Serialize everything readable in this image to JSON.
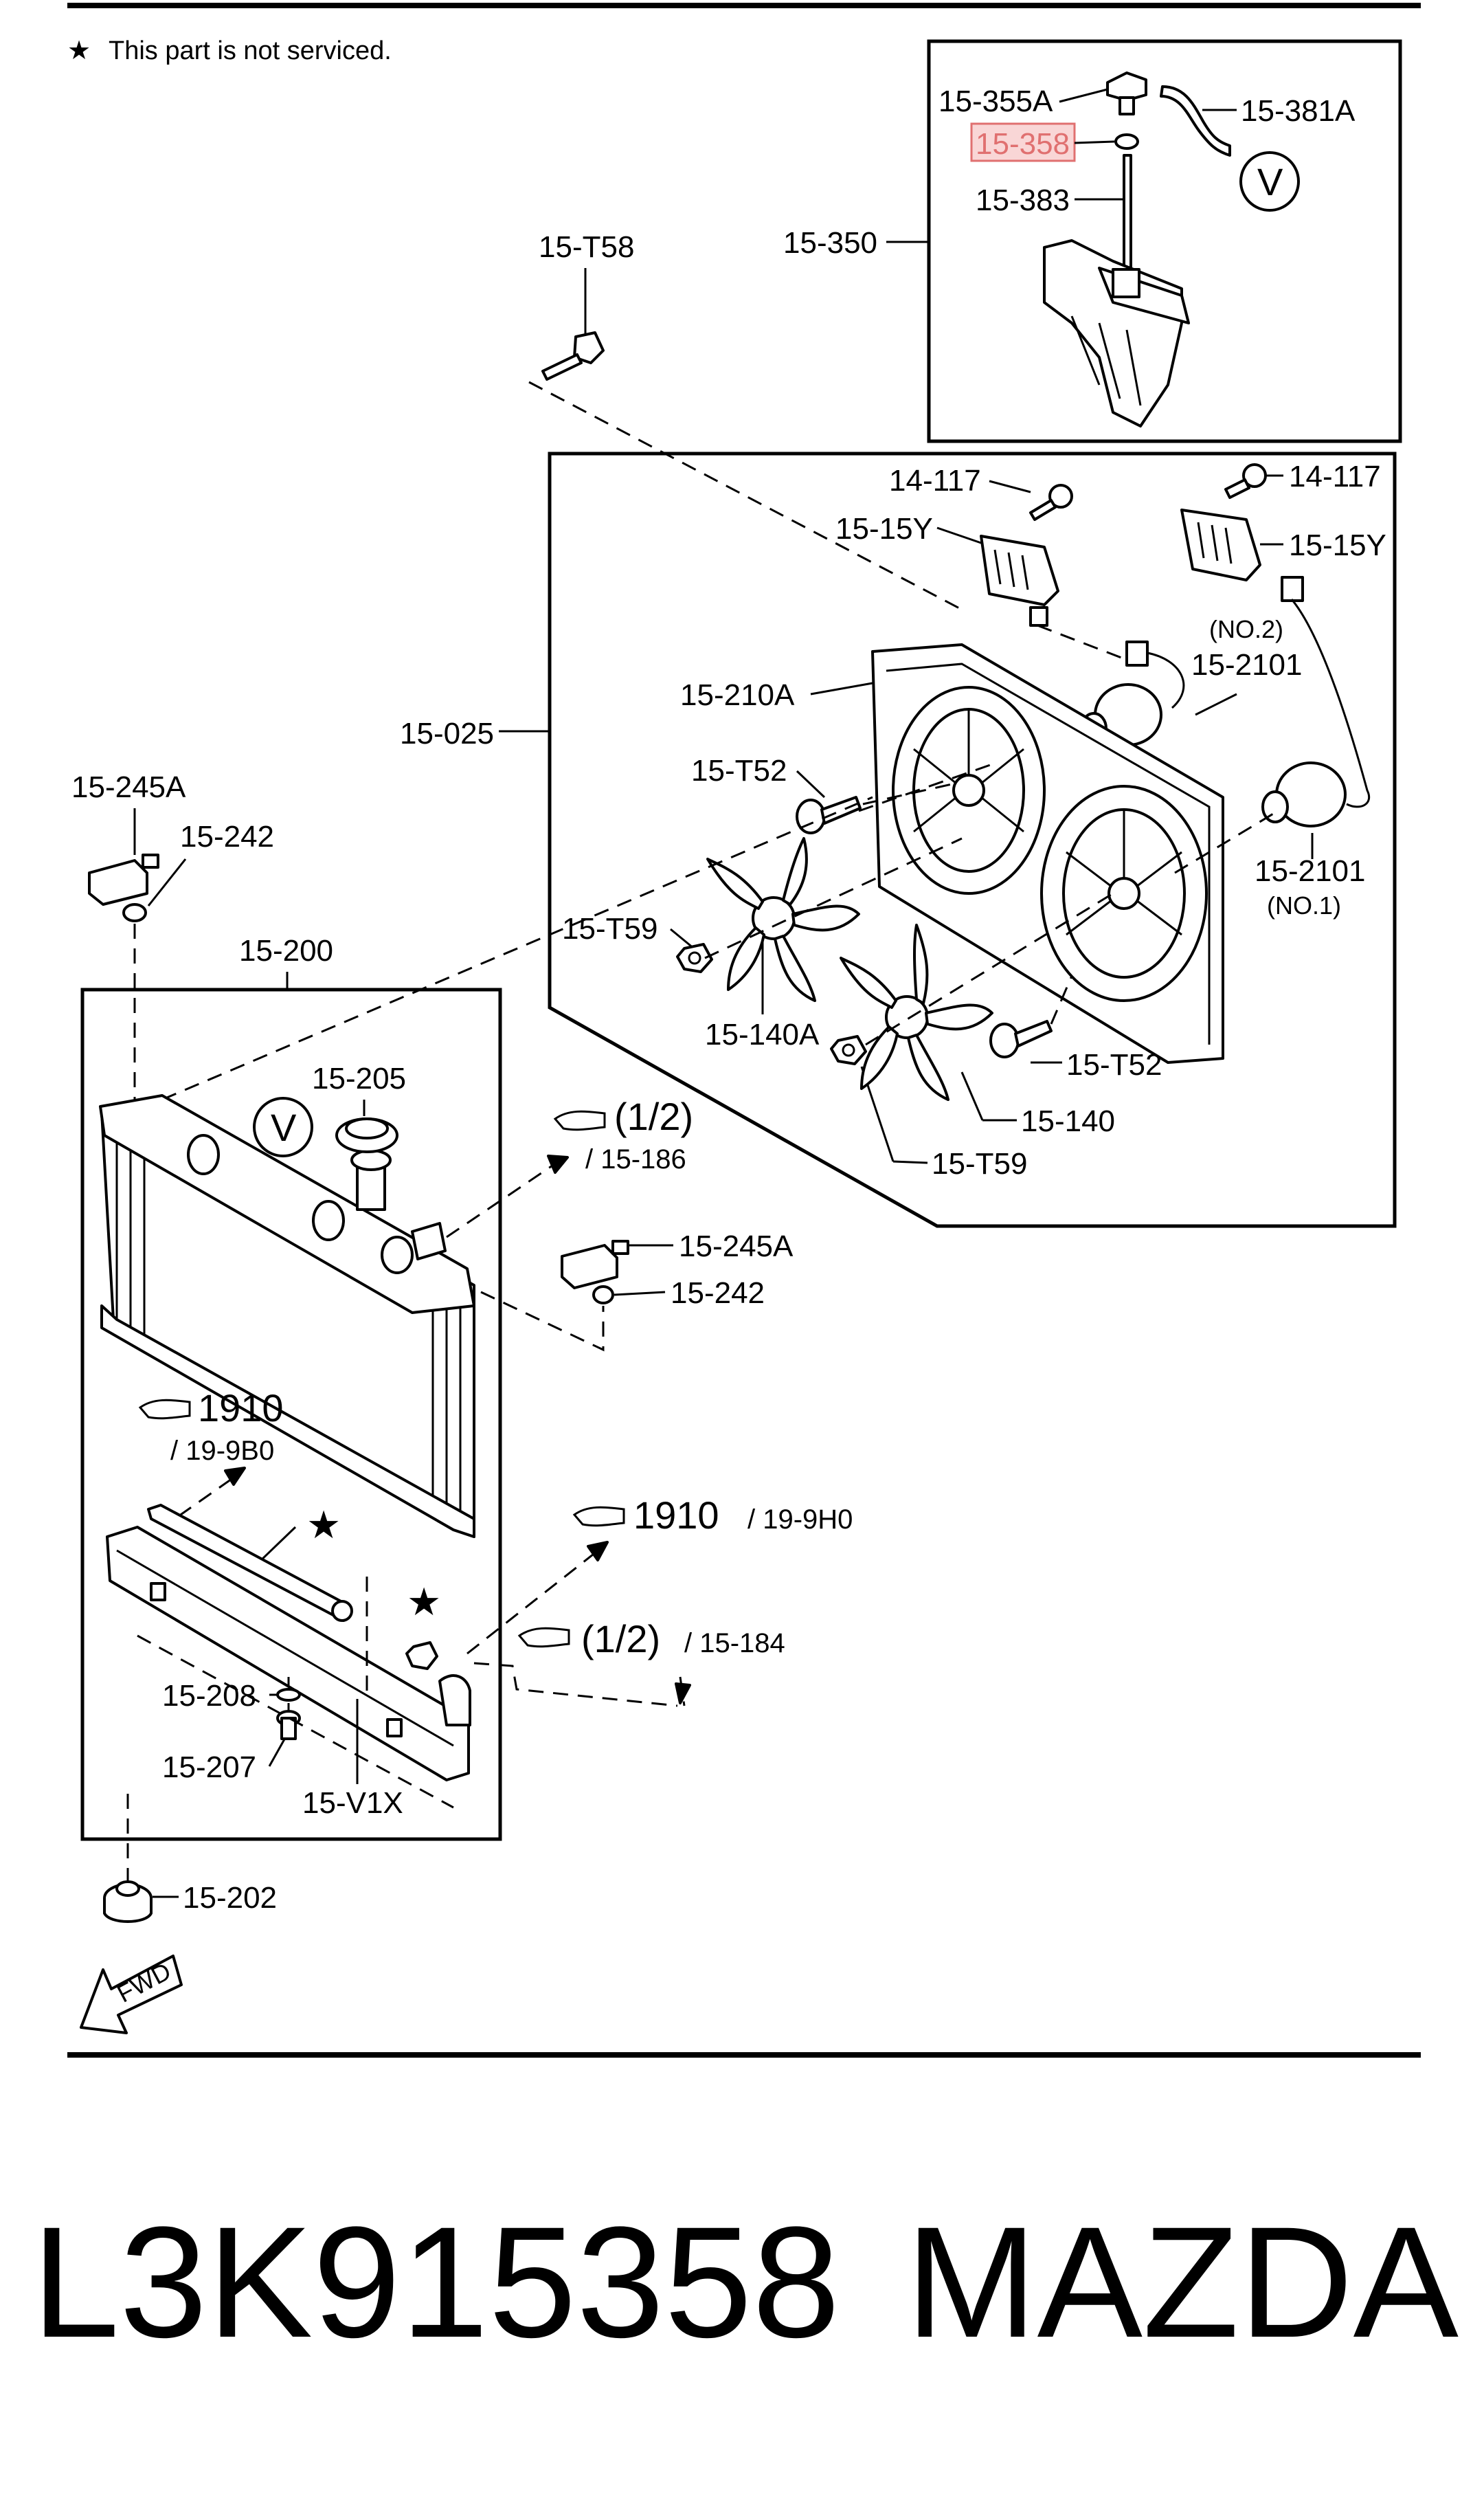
{
  "note": {
    "star_symbol": "★",
    "text": "This part is not serviced."
  },
  "labels": {
    "p15_355A": "15-355A",
    "p15_358": "15-358",
    "p15_381A": "15-381A",
    "p15_383": "15-383",
    "p15_350": "15-350",
    "p15_T58": "15-T58",
    "p14_117_left": "14-117",
    "p14_117_right": "14-117",
    "p15_15Y_left": "15-15Y",
    "p15_15Y_right": "15-15Y",
    "no2": "(NO.2)",
    "p15_2101_top": "15-2101",
    "p15_210A": "15-210A",
    "p15_025": "15-025",
    "p15_T52_left": "15-T52",
    "p15_2101_bottom": "15-2101",
    "no1": "(NO.1)",
    "p15_245A_top": "15-245A",
    "p15_242_top": "15-242",
    "p15_T59_left": "15-T59",
    "p15_200": "15-200",
    "p15_140A": "15-140A",
    "p15_T52_right": "15-T52",
    "p15_205": "15-205",
    "p15_140": "15-140",
    "p15_T59_right": "15-T59",
    "p15_245A_mid": "15-245A",
    "p15_242_mid": "15-242",
    "p15_208": "15-208",
    "p15_207": "15-207",
    "p15_V1X": "15-V1X",
    "p15_202": "15-202"
  },
  "circle_v": {
    "top": "V",
    "radiator": "V"
  },
  "references": {
    "ref_1_2_top": {
      "num": "(1/2)",
      "sub": "/ 15-186"
    },
    "ref_1910_left": {
      "num": "1910",
      "sub": "/ 19-9B0"
    },
    "ref_1910_right": {
      "num": "1910",
      "sub": "/ 19-9H0"
    },
    "ref_1_2_bottom": {
      "num": "(1/2)",
      "sub": "/ 15-184"
    }
  },
  "stars": {
    "star_upper_tank": "★",
    "star_nut": "★"
  },
  "fwd_label": "FWD",
  "footer": {
    "part_number": "L3K915358",
    "brand": "MAZDA"
  },
  "colors": {
    "highlight_fill": "#f9d6d6",
    "highlight_stroke": "#e07070",
    "highlight_text": "#e07070"
  }
}
